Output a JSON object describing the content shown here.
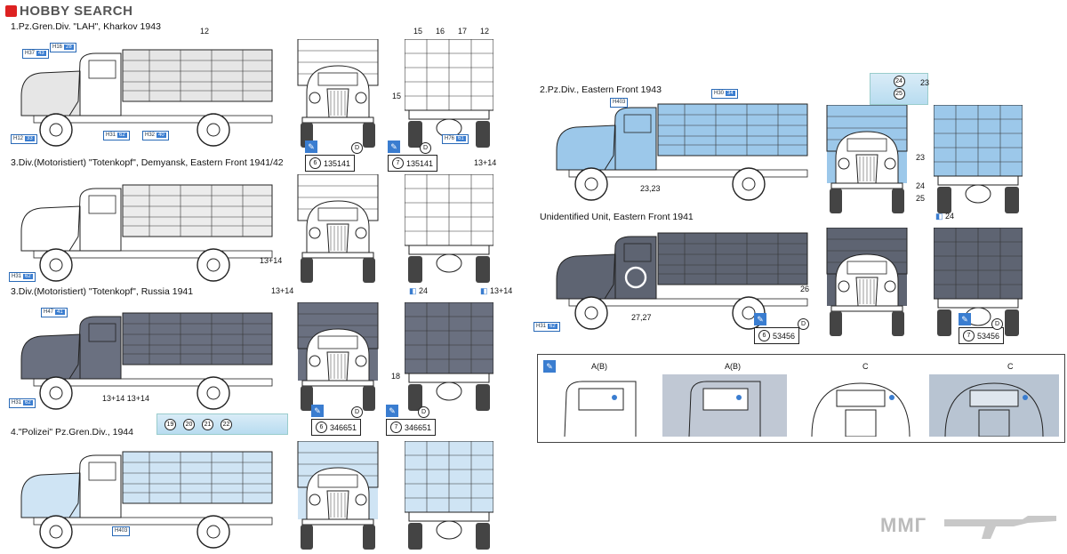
{
  "brand": {
    "name": "HOBBY SEARCH"
  },
  "watermark": {
    "text": "ММГ"
  },
  "schemes": [
    {
      "title": "1.Pz.Gren.Div. \"LAH\", Kharkov 1943"
    },
    {
      "title": "3.Div.(Motoristiert) \"Totenkopf\", Demyansk, Eastern Front 1941/42"
    },
    {
      "title": "3.Div.(Motoristiert) \"Totenkopf\", Russia 1941"
    },
    {
      "title": "4.\"Polizei\" Pz.Gren.Div., 1944"
    },
    {
      "title": "2.Pz.Div., Eastern Front 1943"
    },
    {
      "title": "Unidentified Unit, Eastern Front 1941"
    }
  ],
  "part_labels": {
    "h37_43": "H37",
    "n43": "43",
    "h16_28": "H16",
    "n28": "28",
    "h12_33": "H12",
    "n33": "33",
    "h31_62": "H31",
    "n62": "62",
    "h32_40": "H32",
    "n40": "40",
    "h76_61": "H76",
    "n61": "61",
    "h47_41": "H47",
    "n41": "41",
    "h30_34": "H30",
    "n34": "34",
    "h403": "H403"
  },
  "callouts": {
    "c12": "12",
    "c15": "15",
    "c16": "16",
    "c17": "17",
    "c18": "18",
    "c13_14": "13+14",
    "c23_23": "23,23",
    "c24": "24",
    "c25": "25",
    "c23": "23",
    "c26": "26",
    "c27_27": "27,27",
    "c13_14_b": "13+14 13+14",
    "c19": "19",
    "c20": "20",
    "c21": "21",
    "c22": "22"
  },
  "plates": {
    "p1": {
      "num": "6",
      "letter": "D",
      "text": "135141"
    },
    "p2": {
      "num": "7",
      "letter": "D",
      "text": "135141"
    },
    "p3": {
      "num": "6",
      "letter": "D",
      "text": "346651"
    },
    "p4": {
      "num": "7",
      "letter": "D",
      "text": "346651"
    },
    "p5": {
      "num": "6",
      "letter": "D",
      "text": "53456"
    },
    "p6": {
      "num": "7",
      "letter": "D",
      "text": "53456"
    }
  },
  "detail_panels": {
    "a1": "A(B)",
    "a2": "A(B)",
    "c1": "C",
    "c2": "C"
  },
  "colors": {
    "accent": "#3a7dd0",
    "grey_truck": "#d8d8d8",
    "dark_truck": "#6a7080",
    "camo_blue": "#9cc8ea"
  }
}
